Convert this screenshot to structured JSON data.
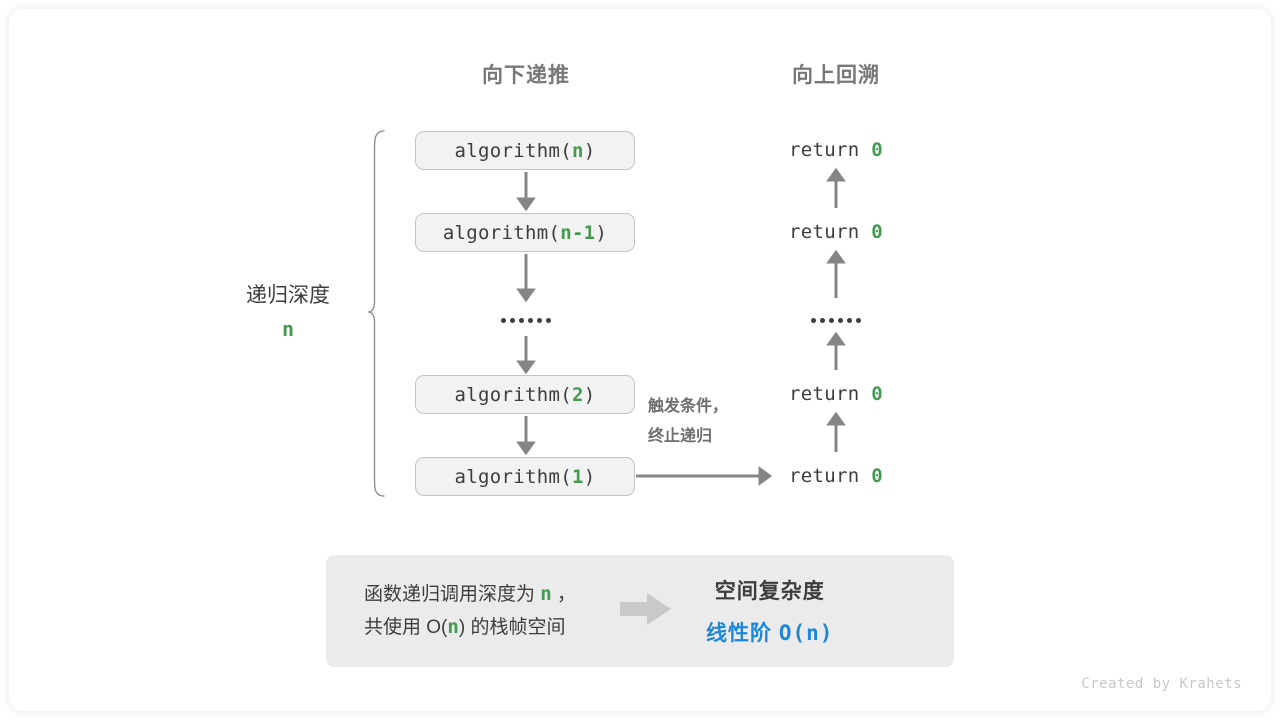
{
  "headers": {
    "down": "向下递推",
    "up": "向上回溯"
  },
  "depth": {
    "title": "递归深度",
    "value": "n"
  },
  "calls": [
    {
      "prefix": "algorithm(",
      "arg": "n",
      "suffix": ")"
    },
    {
      "prefix": "algorithm(",
      "arg": "n-1",
      "suffix": ")"
    },
    {
      "prefix": "algorithm(",
      "arg": "2",
      "suffix": ")"
    },
    {
      "prefix": "algorithm(",
      "arg": "1",
      "suffix": ")"
    }
  ],
  "returns": [
    {
      "keyword": "return",
      "value": "0"
    },
    {
      "keyword": "return",
      "value": "0"
    },
    {
      "keyword": "return",
      "value": "0"
    },
    {
      "keyword": "return",
      "value": "0"
    }
  ],
  "trigger_note": {
    "line1": "触发条件，",
    "line2": "终止递归"
  },
  "summary": {
    "line1_a": "函数递归调用深度为 ",
    "line1_g": "n",
    "line1_b": " ，",
    "line2_a": "共使用 O(",
    "line2_g": "n",
    "line2_b": ") 的栈帧空间",
    "complexity_title": "空间复杂度",
    "complexity_order": "线性阶 ",
    "complexity_big_o": "O(n)"
  },
  "credit": "Created by Krahets",
  "colors": {
    "green": "#449a50",
    "blue": "#1e88d8",
    "text": "#3d3d3d",
    "muted": "#787878",
    "box_fill": "#f2f2f2",
    "box_border": "#c4c4c4",
    "summary_fill": "#ebebeb",
    "arrow": "#858585"
  }
}
